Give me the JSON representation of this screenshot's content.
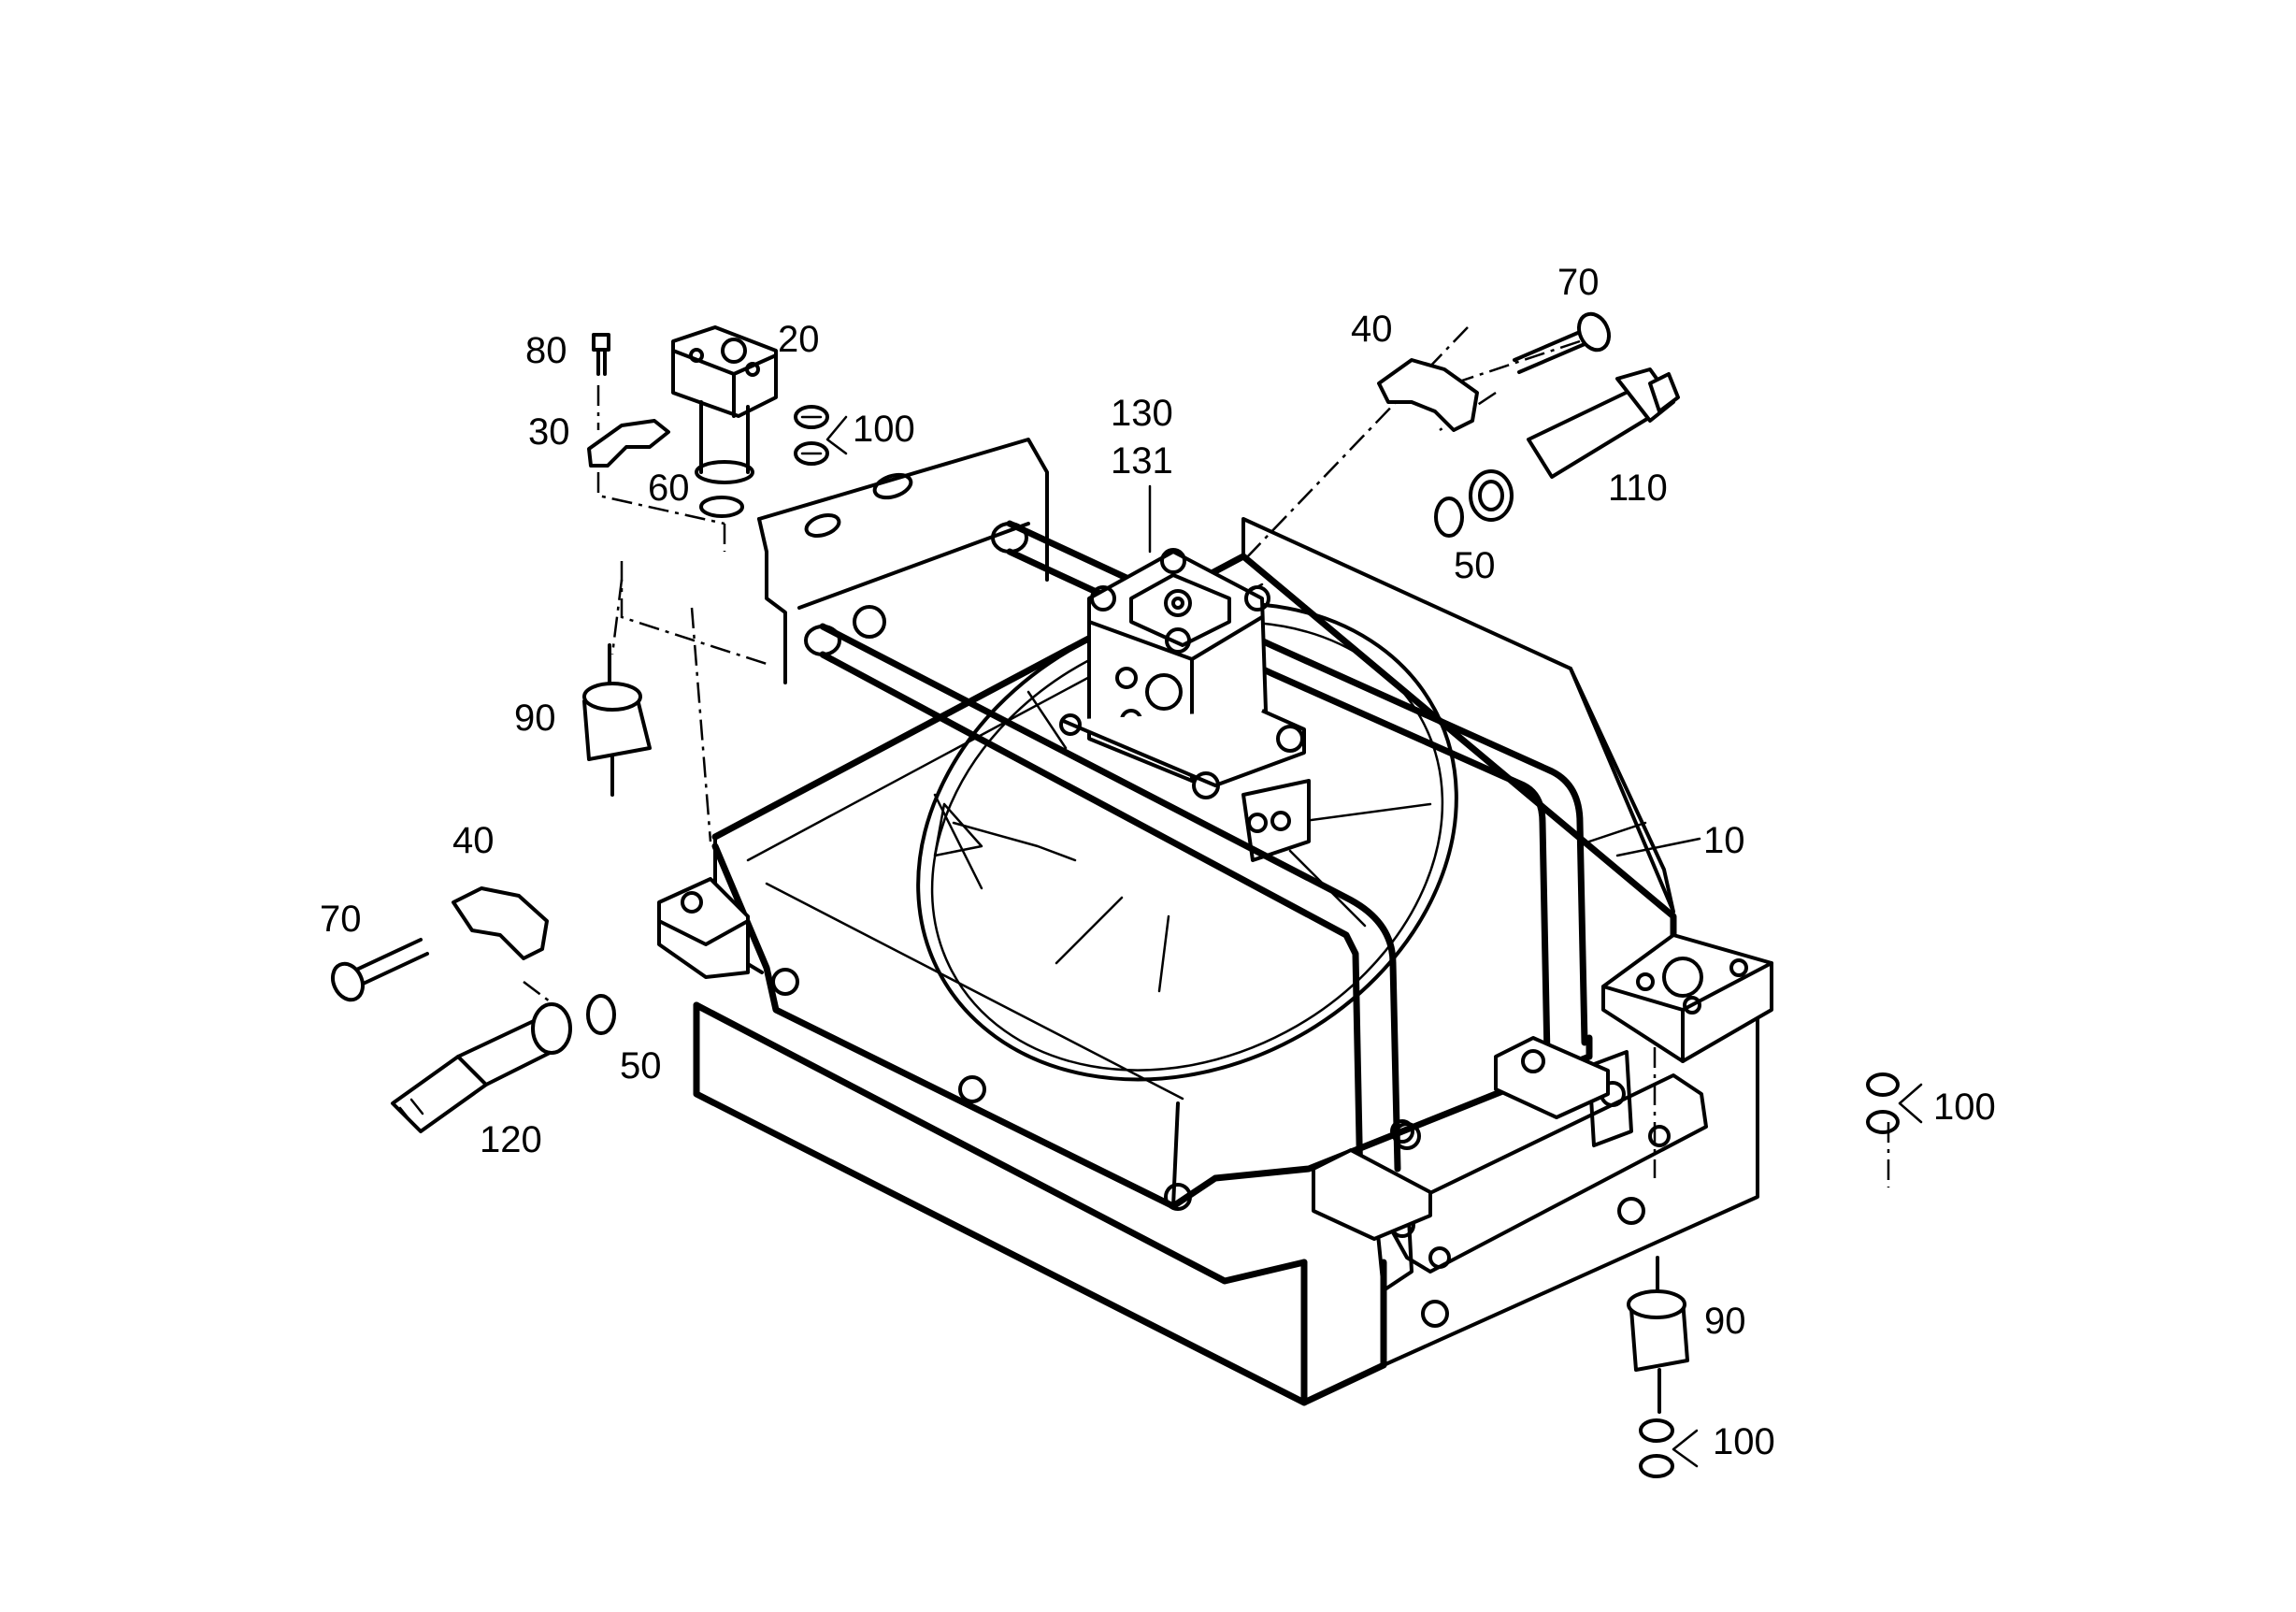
{
  "callouts": {
    "c10": "10",
    "c20": "20",
    "c30": "30",
    "c40_top": "40",
    "c40_left": "40",
    "c50_right": "50",
    "c50_left": "50",
    "c60": "60",
    "c70_top": "70",
    "c70_left": "70",
    "c80": "80",
    "c90_left": "90",
    "c90_bottom": "90",
    "c100_top": "100",
    "c100_right": "100",
    "c100_bottom": "100",
    "c110": "110",
    "c120": "120",
    "c130": "130",
    "c131": "131"
  }
}
